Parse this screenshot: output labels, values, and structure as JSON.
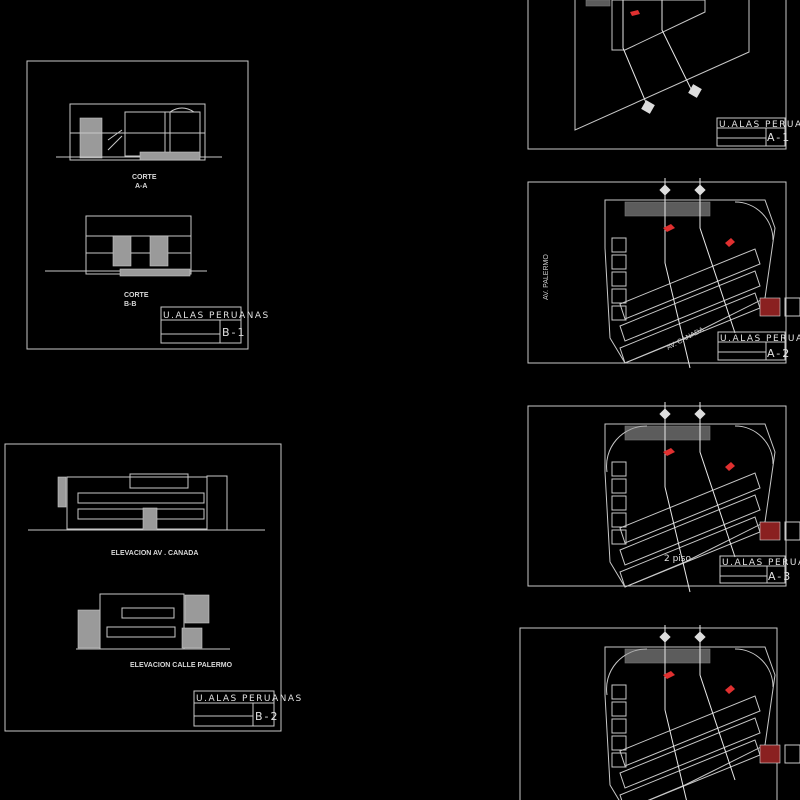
{
  "colors": {
    "background": "#000000",
    "line": "#c8c8c8",
    "accent_red": "#e03030"
  },
  "sheets": [
    {
      "id": "B-1",
      "institution": "U.ALAS PERUANAS",
      "sheet_number": "B-1",
      "labels": [
        {
          "title": "CORTE",
          "sub": "A-A"
        },
        {
          "title": "CORTE",
          "sub": "B-B"
        }
      ]
    },
    {
      "id": "B-2",
      "institution": "U.ALAS PERUANAS",
      "sheet_number": "B-2",
      "labels": [
        {
          "title": "ELEVACION AV . CANADA"
        },
        {
          "title": "ELEVACION CALLE PALERMO"
        }
      ]
    },
    {
      "id": "A-1",
      "institution": "U.ALAS PERUANAS",
      "sheet_number": "A-1"
    },
    {
      "id": "A-2",
      "institution": "U.ALAS PERUANAS",
      "sheet_number": "A-2",
      "streets": [
        "AV. PALERMO",
        "AV. CANADA"
      ]
    },
    {
      "id": "A-3",
      "institution": "U.ALAS PERUANAS",
      "sheet_number": "A-3",
      "floor_label": "2 piso"
    },
    {
      "id": "A-4"
    }
  ]
}
